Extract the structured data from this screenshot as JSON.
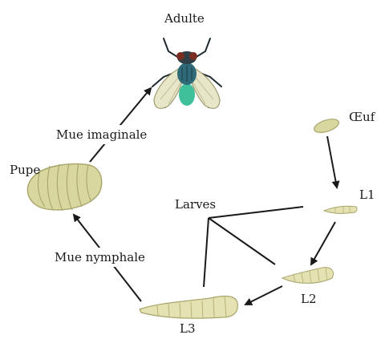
{
  "diagram": {
    "title": "",
    "stages": {
      "adult": "Adulte",
      "egg": "Œuf",
      "l1": "L1",
      "l2": "L2",
      "l3": "L3",
      "pupa": "Pupe"
    },
    "transitions": {
      "imaginal_molt": "Mue imaginale",
      "nymphal_molt": "Mue nymphale"
    },
    "group_label": "Larves"
  },
  "colors": {
    "larva_fill": "#e4e2b2",
    "larva_stroke": "#a8a56b",
    "pupa_fill": "#d9d7a0",
    "fly_body": "#2f6a78",
    "fly_abdomen": "#3fbf9a",
    "fly_wing": "#e8e6c8",
    "line": "#1a1a1a"
  },
  "icons": {
    "adult": "housefly-icon",
    "egg": "egg-icon",
    "larva": "larva-icon",
    "pupa": "pupa-icon"
  }
}
